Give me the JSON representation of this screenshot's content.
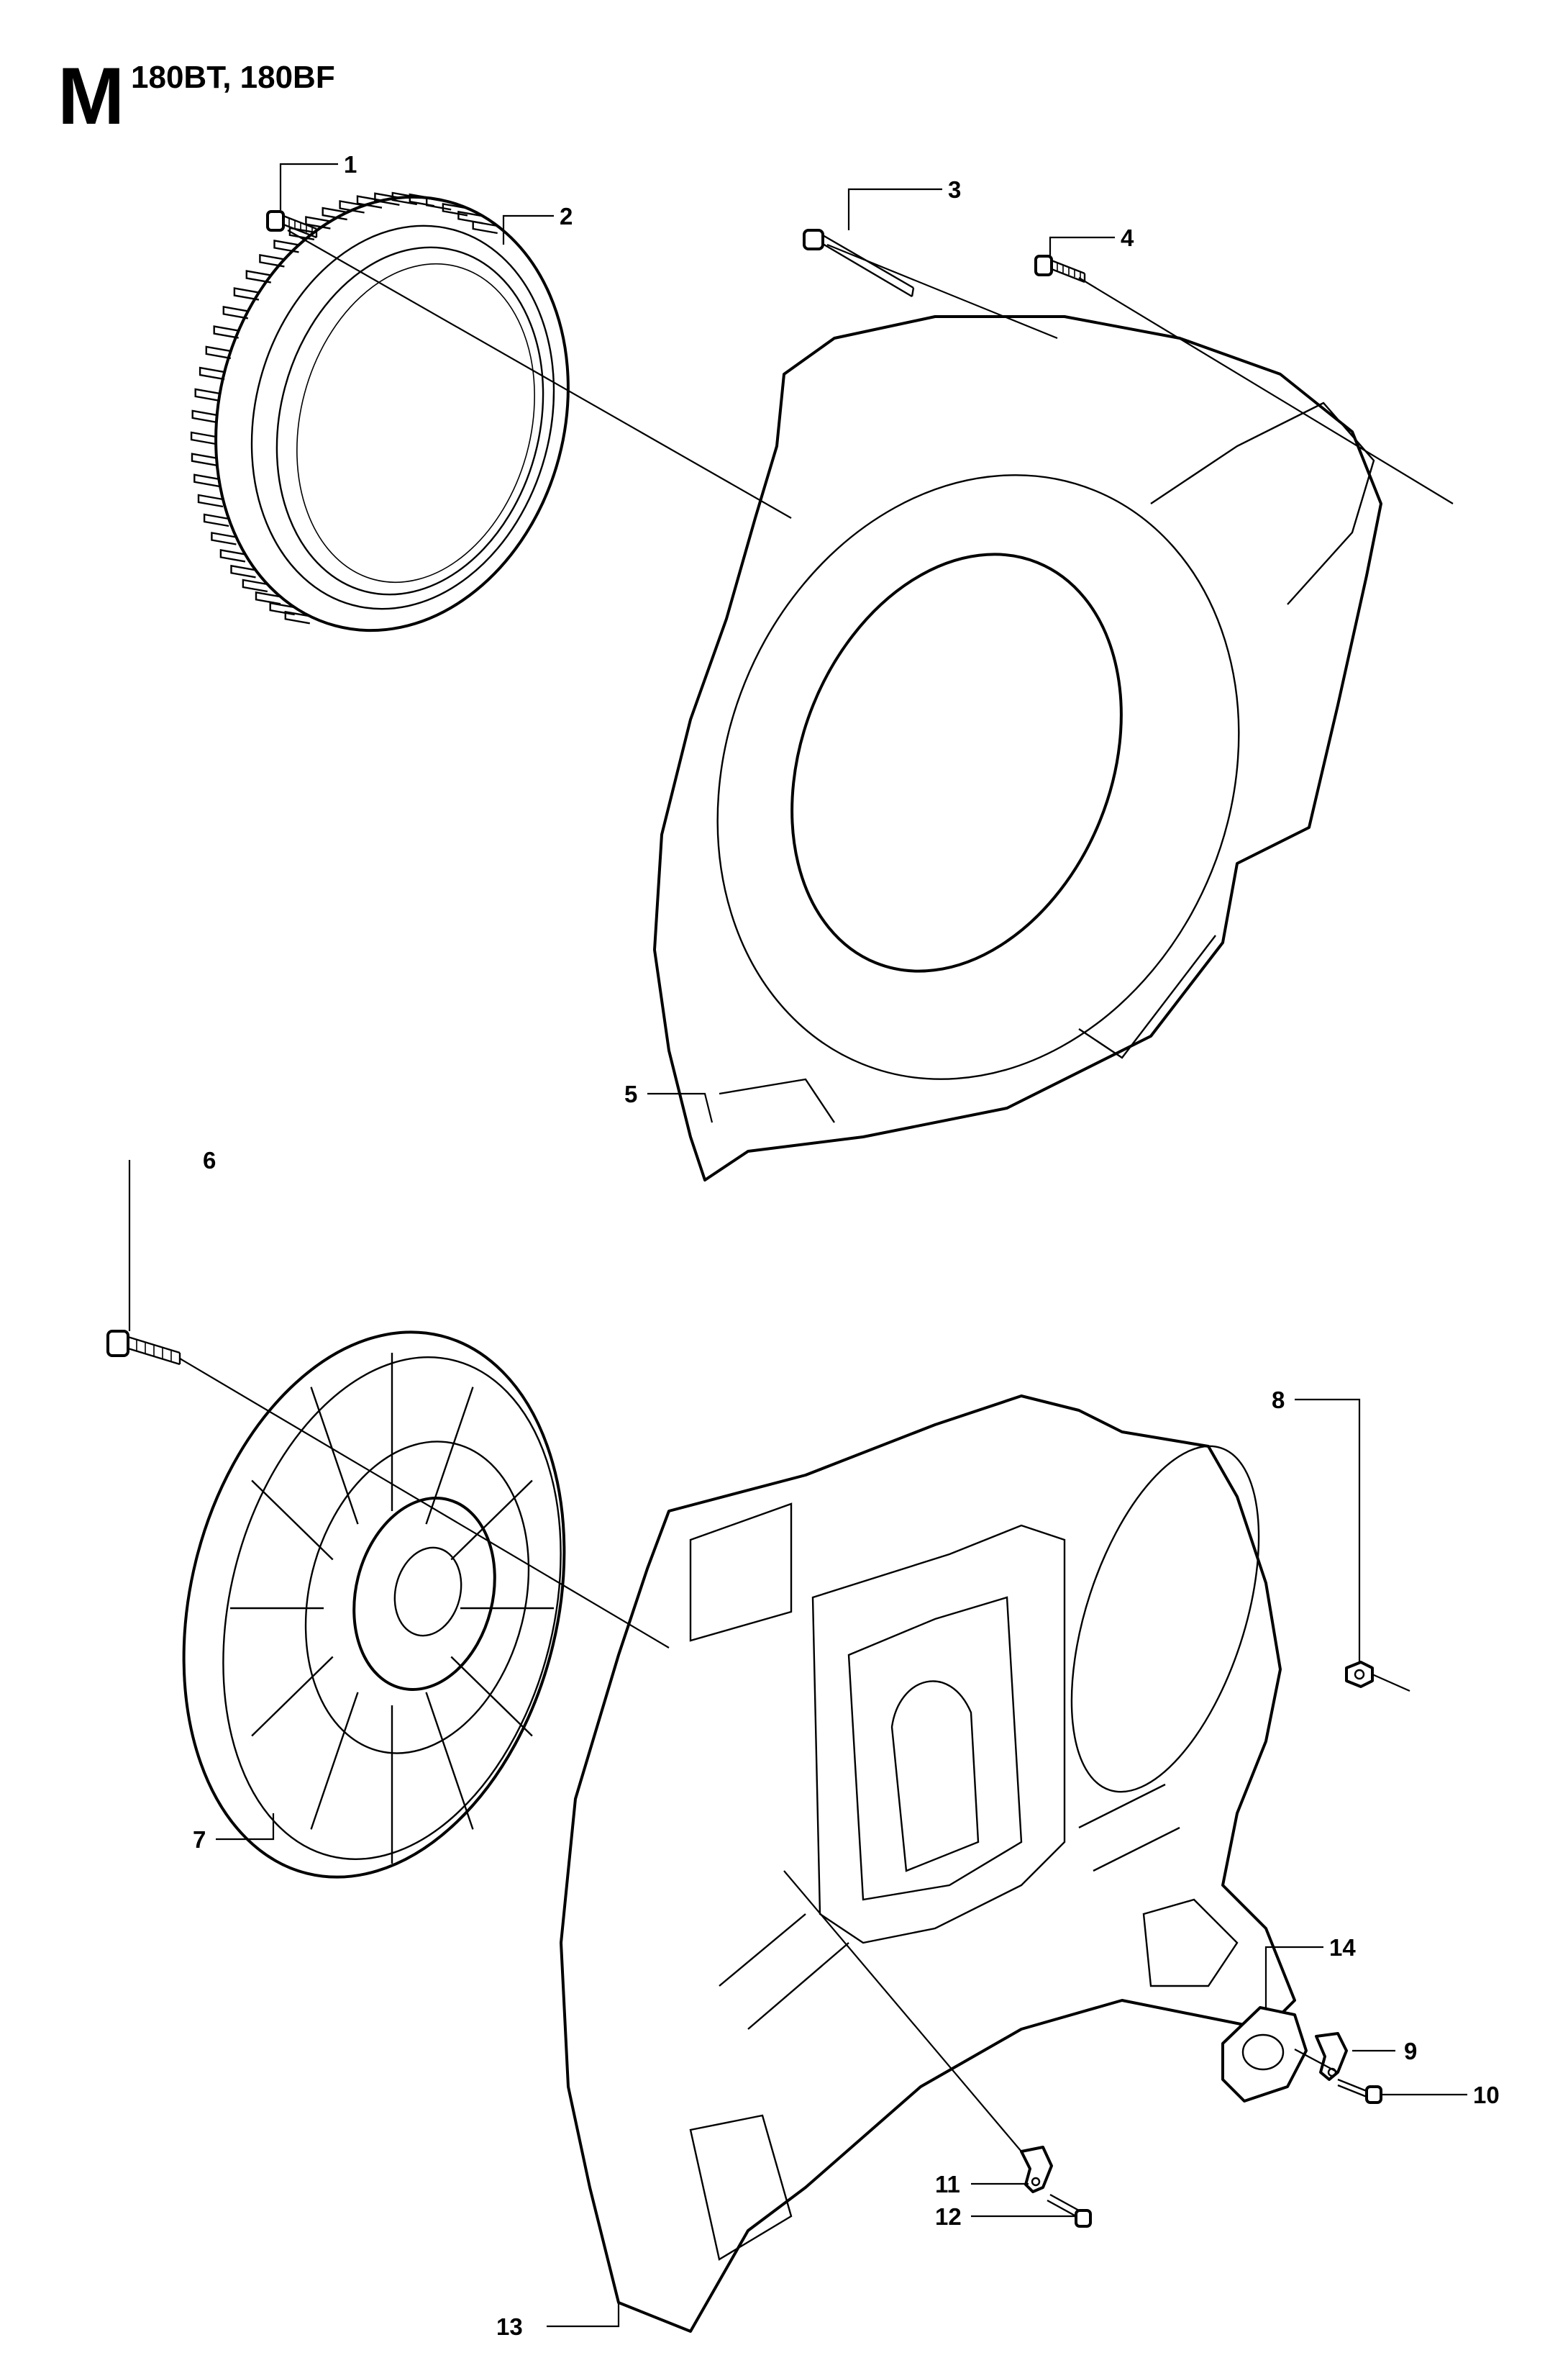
{
  "header": {
    "section_letter": "M",
    "models": "180BT, 180BF"
  },
  "callouts": [
    {
      "id": "1",
      "text": "1"
    },
    {
      "id": "2",
      "text": "2"
    },
    {
      "id": "3",
      "text": "3"
    },
    {
      "id": "4",
      "text": "4"
    },
    {
      "id": "5",
      "text": "5"
    },
    {
      "id": "6",
      "text": "6"
    },
    {
      "id": "7",
      "text": "7"
    },
    {
      "id": "8",
      "text": "8"
    },
    {
      "id": "9",
      "text": "9"
    },
    {
      "id": "10",
      "text": "10"
    },
    {
      "id": "11",
      "text": "11"
    },
    {
      "id": "12",
      "text": "12"
    },
    {
      "id": "13",
      "text": "13"
    },
    {
      "id": "14",
      "text": "14"
    }
  ]
}
